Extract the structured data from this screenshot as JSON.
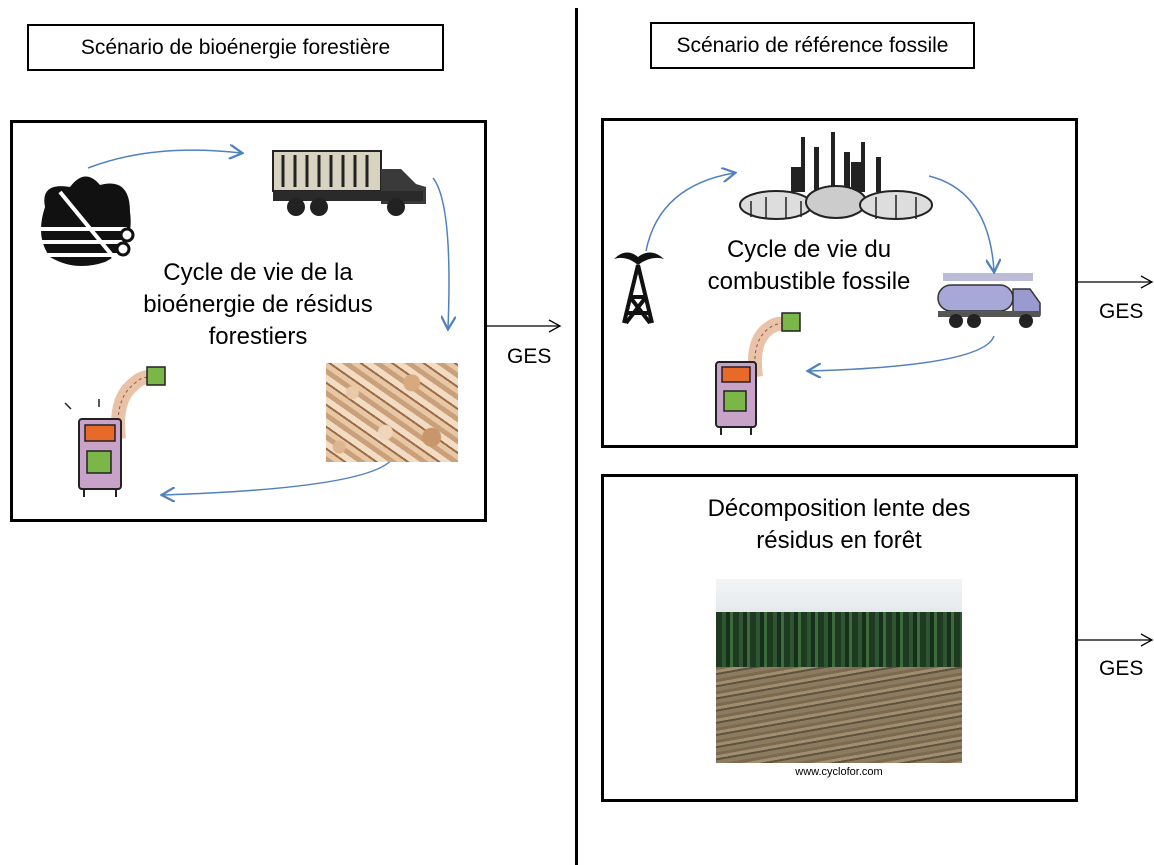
{
  "left_scenario": {
    "title": "Scénario de bioénergie forestière",
    "cycle_lines": [
      "Cycle de vie de la",
      "bioénergie de résidus",
      "forestiers"
    ]
  },
  "right_scenario": {
    "title": "Scénario de référence fossile",
    "cycle_lines": [
      "Cycle de vie du",
      "combustible fossile"
    ],
    "decomposition_lines": [
      "Décomposition lente des",
      "résidus en forêt"
    ],
    "photo_credit": "www.cyclofor.com"
  },
  "emission_label": "GES",
  "colors": {
    "cycle_arrow": "#4f81bd",
    "border": "#000000",
    "stove_body": "#c8a2c8",
    "stove_hose": "#e9c2a8",
    "stove_door": "#7ab648"
  },
  "icons": {
    "forest_cut": "log-pile-icon",
    "truck": "dump-truck-icon",
    "chips": "wood-chips-photo",
    "stove": "stove-icon",
    "oil_well": "oil-derrick-icon",
    "refinery": "refinery-icon",
    "tanker": "tanker-truck-icon",
    "forest_photo": "forest-residue-photo"
  }
}
